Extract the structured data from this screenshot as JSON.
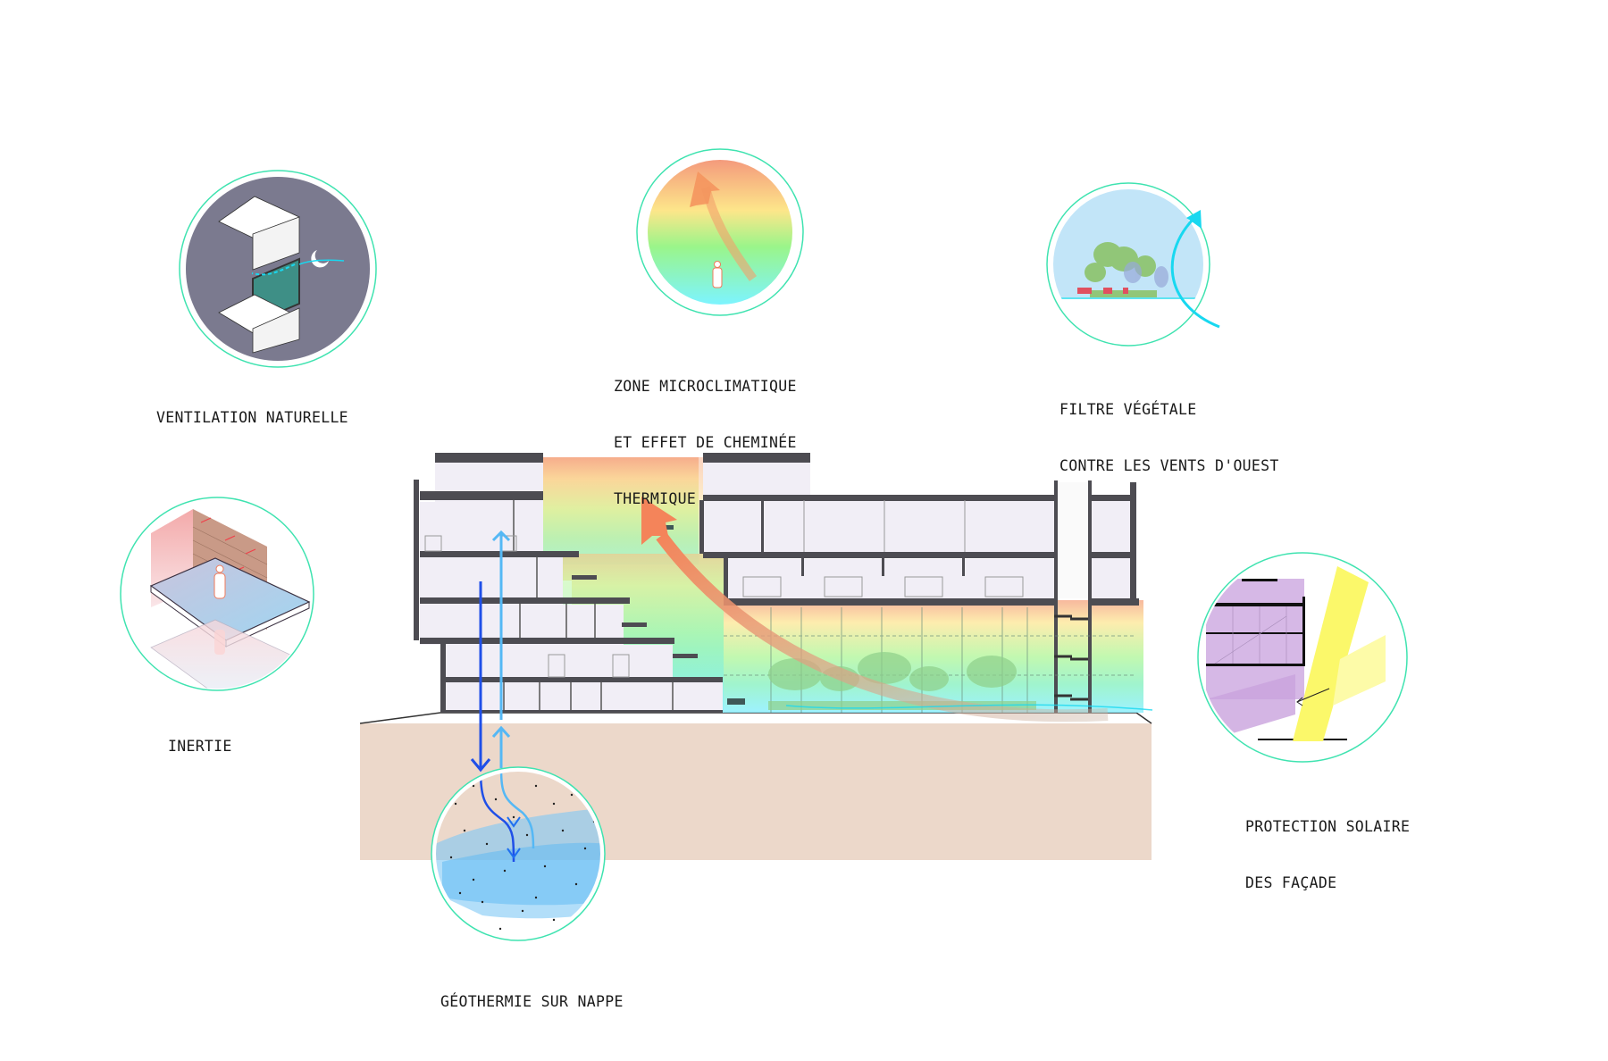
{
  "diagram": {
    "subject": "bioclimatic building section",
    "accent_ring_color": "#3fe3b0",
    "ground_color": "#ecd8ca",
    "floor_fill_color": "#f1eef6",
    "slab_color": "#4d4c52",
    "thermal_gradient": [
      "#f49a7c",
      "#fde68a",
      "#9af58a",
      "#7df4ff"
    ],
    "cold_pipe_color": "#1f4fe8",
    "warm_pipe_color": "#55b8f5",
    "chimney_arrow_color": "#f4845a",
    "wind_arrow_color": "#18d8f0"
  },
  "annotations": [
    {
      "id": "ventilation",
      "icon": "night-ventilation-window-icon",
      "lines": [
        "VENTILATION NATURELLE"
      ]
    },
    {
      "id": "microclimat",
      "icon": "thermal-chimney-gradient-icon",
      "lines": [
        "ZONE MICROCLIMATIQUE",
        "ET EFFET DE CHEMINÉE",
        "THERMIQUE"
      ]
    },
    {
      "id": "filtre",
      "icon": "vegetal-windbreak-icon",
      "lines": [
        "FILTRE VÉGÉTALE",
        "CONTRE LES VENTS D'OUEST"
      ]
    },
    {
      "id": "inertie",
      "icon": "thermal-mass-wall-icon",
      "lines": [
        "INERTIE"
      ]
    },
    {
      "id": "solaire",
      "icon": "solar-shading-facade-icon",
      "lines": [
        "PROTECTION SOLAIRE",
        "DES FAÇADE"
      ]
    },
    {
      "id": "geothermie",
      "icon": "groundwater-geothermal-icon",
      "lines": [
        "GÉOTHERMIE SUR NAPPE"
      ]
    }
  ]
}
